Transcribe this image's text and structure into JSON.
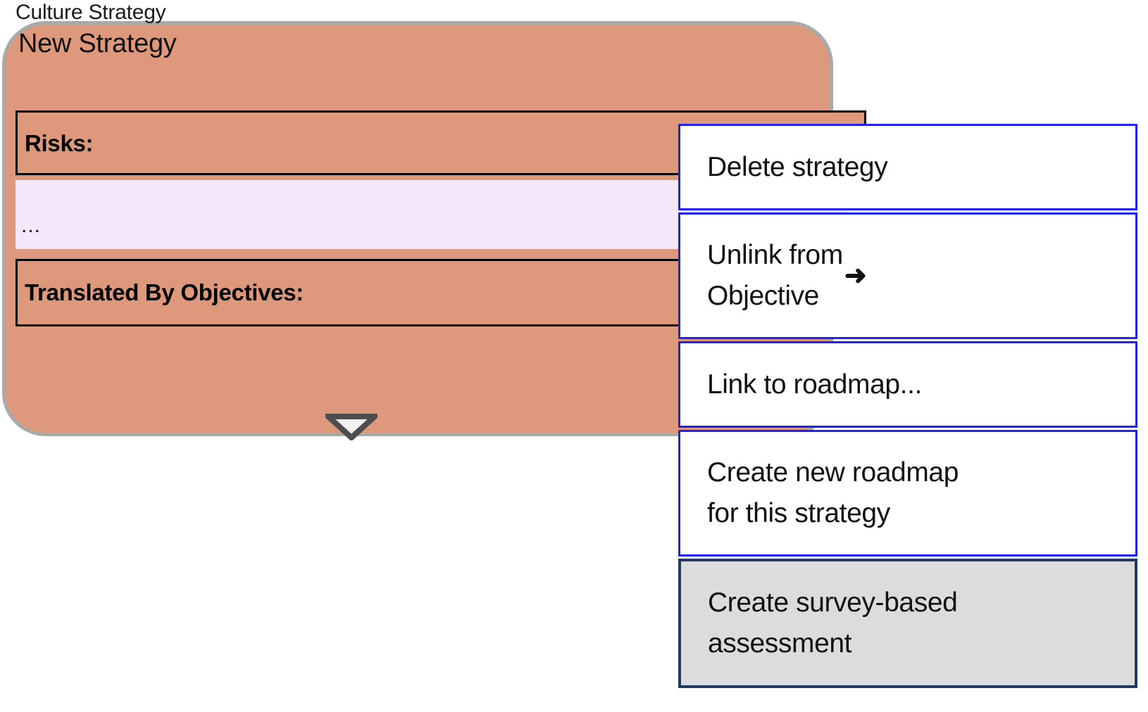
{
  "canvas": {
    "label": "Culture Strategy",
    "background_color": "#ffffff"
  },
  "card": {
    "title": "New Strategy",
    "fill_color": "#de987b",
    "border_color": "#a9a9a9",
    "fields": [
      {
        "label": "Risks:",
        "value": "...",
        "value_background": "#f3e7fa"
      },
      {
        "label": "Translated By Objectives:",
        "value": ""
      }
    ],
    "collapse_icon": "chevron-down-icon"
  },
  "context_menu": {
    "border_color": "#2222ee",
    "highlight_fill": "#dcdcdc",
    "highlight_border": "#233963",
    "items": [
      {
        "label": "Delete strategy",
        "submenu_arrow": "",
        "highlighted": false
      },
      {
        "label": "Unlink from\nObjective",
        "submenu_arrow": "➜",
        "highlighted": false
      },
      {
        "label": "Link to roadmap...",
        "submenu_arrow": "",
        "highlighted": false
      },
      {
        "label": "Create new roadmap\nfor this strategy",
        "submenu_arrow": "",
        "highlighted": false
      },
      {
        "label": "Create survey-based\nassessment",
        "submenu_arrow": "",
        "highlighted": true
      }
    ]
  }
}
